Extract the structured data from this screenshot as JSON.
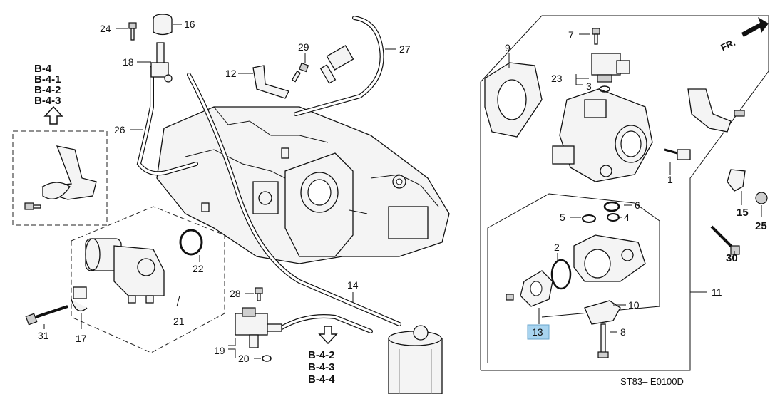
{
  "labels": {
    "p1": "1",
    "p2": "2",
    "p3": "3",
    "p4": "4",
    "p5": "5",
    "p6": "6",
    "p7": "7",
    "p8": "8",
    "p9": "9",
    "p10": "10",
    "p11": "11",
    "p12": "12",
    "p13": "13",
    "p14": "14",
    "p15": "15",
    "p16": "16",
    "p17": "17",
    "p18": "18",
    "p19": "19",
    "p20": "20",
    "p21": "21",
    "p22": "22",
    "p23": "23",
    "p24": "24",
    "p25": "25",
    "p26": "26",
    "p27": "27",
    "p28": "28",
    "p29": "29",
    "p30": "30",
    "p31": "31"
  },
  "refs_left": [
    "B-4",
    "B-4-1",
    "B-4-2",
    "B-4-3"
  ],
  "refs_bottom": [
    "B-4-2",
    "B-4-3",
    "B-4-4"
  ],
  "direction_label": "FR.",
  "diagram_code": "ST83– E0100D",
  "highlight_color": "#a8d4f0"
}
